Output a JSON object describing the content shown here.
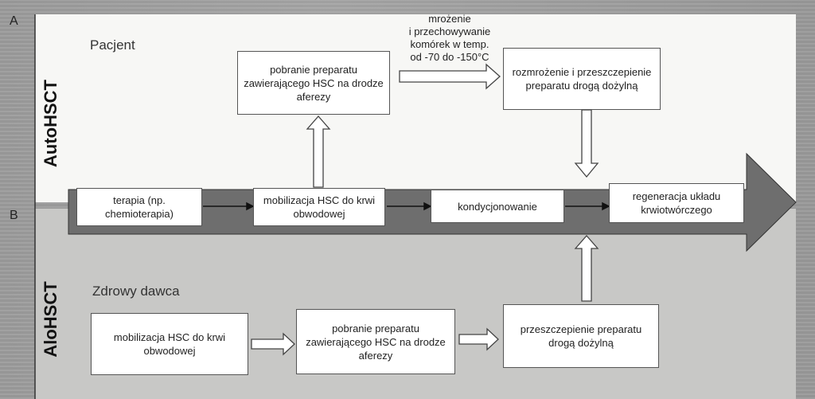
{
  "panels": {
    "a_letter": "A",
    "b_letter": "B",
    "auto_label": "AutoHSCT",
    "allo_label": "AloHSCT"
  },
  "groups": {
    "patient": "Pacjent",
    "donor": "Zdrowy dawca"
  },
  "auto_boxes": {
    "apheresis": "pobranie preparatu zawierającego HSC na drodze aferezy",
    "thaw_transplant": "rozmrożenie i przeszczepienie preparatu drogą dożylną"
  },
  "storage_note": {
    "line1": "mrożenie",
    "line2": "i przechowywanie",
    "line3": "komórek w temp.",
    "line4": "od -70 do -150°C"
  },
  "main_flow": {
    "therapy": "terapia (np. chemioterapia)",
    "mobilization": "mobilizacja HSC do krwi obwodowej",
    "conditioning": "kondycjonowanie",
    "regeneration": "regeneracja układu krwiotwórczego"
  },
  "allo_boxes": {
    "mobilization": "mobilizacja HSC do krwi obwodowej",
    "apheresis": "pobranie preparatu zawierającego HSC na drodze aferezy",
    "transplant": "przeszczepienie preparatu drogą dożylną"
  },
  "colors": {
    "main_arrow": "#6e6e6e",
    "box_border": "#555555",
    "hollow_arrow_fill": "#ffffff"
  }
}
